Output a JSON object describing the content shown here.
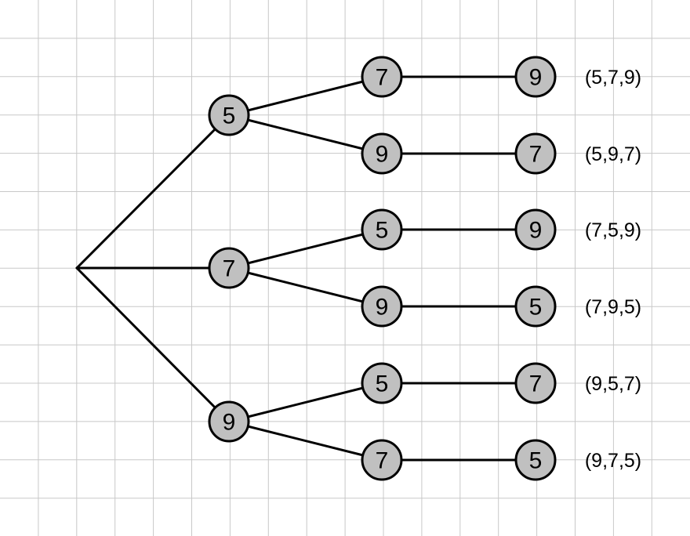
{
  "colors": {
    "background": "#ffffff",
    "grid": "#c8c8c8",
    "edge": "#000000",
    "node_fill": "#c0c0c0",
    "node_stroke": "#000000"
  },
  "tree": {
    "root": "",
    "branches": [
      {
        "label": "5",
        "children": [
          {
            "label": "7",
            "leaf": "9",
            "outcome": "(5,7,9)"
          },
          {
            "label": "9",
            "leaf": "7",
            "outcome": "(5,9,7)"
          }
        ]
      },
      {
        "label": "7",
        "children": [
          {
            "label": "5",
            "leaf": "9",
            "outcome": "(7,5,9)"
          },
          {
            "label": "9",
            "leaf": "5",
            "outcome": "(7,9,5)"
          }
        ]
      },
      {
        "label": "9",
        "children": [
          {
            "label": "5",
            "leaf": "7",
            "outcome": "(9,5,7)"
          },
          {
            "label": "7",
            "leaf": "5",
            "outcome": "(9,7,5)"
          }
        ]
      }
    ]
  }
}
